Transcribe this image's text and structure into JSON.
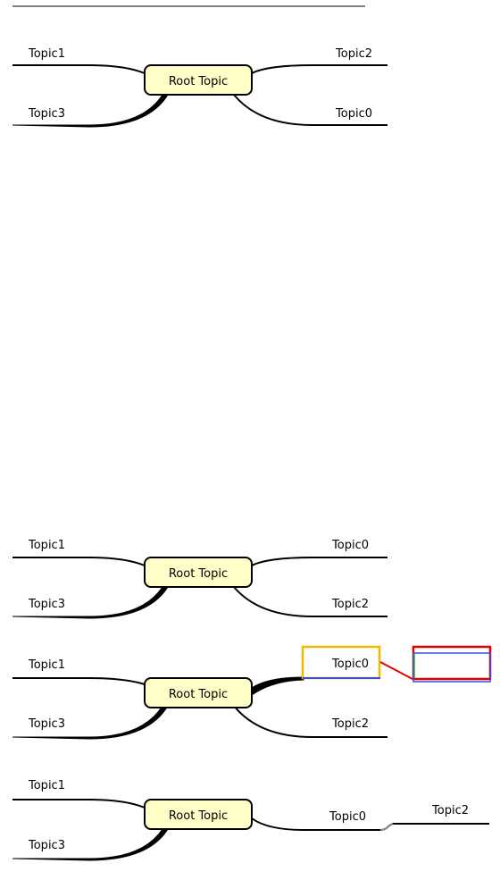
{
  "colors": {
    "root_fill": "#ffffc8",
    "root_stroke": "#000000",
    "line": "#000000",
    "selection_outline": "#f2b800",
    "selection_underline": "#3b4bd8",
    "drop_target_outline": "#e00000",
    "drop_target_inner": "#3b4bd8",
    "drop_target_side": "#2aa52a",
    "connector": "#e00000"
  },
  "diagrams": [
    {
      "root": "Root Topic",
      "topics": [
        "Topic1",
        "Topic2",
        "Topic3",
        "Topic0"
      ]
    },
    {
      "root": "Root Topic",
      "topics": [
        "Topic1",
        "Topic0",
        "Topic3",
        "Topic2"
      ]
    },
    {
      "root": "Root Topic",
      "topics": [
        "Topic1",
        "Topic0",
        "Topic3",
        "Topic2"
      ],
      "selected": "Topic0"
    },
    {
      "root": "Root Topic",
      "topics": [
        "Topic1",
        "Topic0",
        "Topic3",
        "Topic2"
      ]
    }
  ]
}
